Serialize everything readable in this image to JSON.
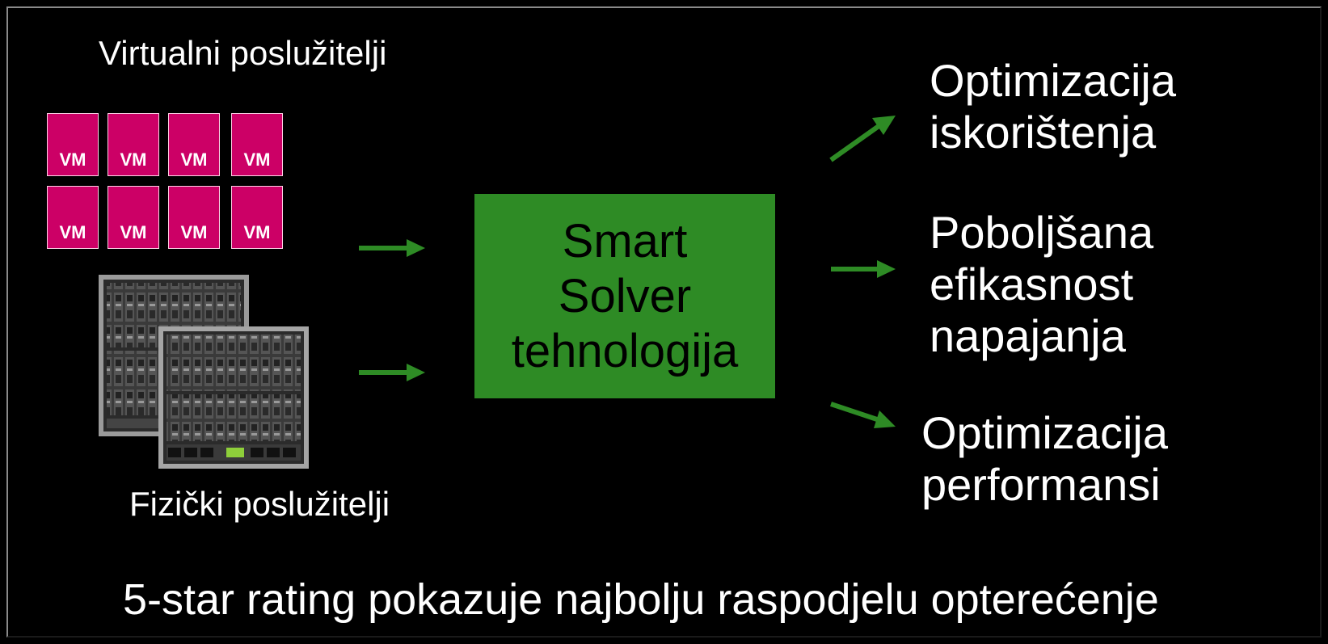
{
  "diagram": {
    "virtual_servers_label": "Virtualni poslužitelji",
    "physical_servers_label": "Fizički poslužitelji",
    "vm_label": "VM",
    "vm_count": 8,
    "solver_lines": [
      "Smart",
      "Solver",
      "tehnologija"
    ],
    "outputs": [
      {
        "line1": "Optimizacija",
        "line2": "iskorištenja"
      },
      {
        "line1": "Poboljšana",
        "line2": "efikasnost",
        "line3": "napajanja"
      },
      {
        "line1": "Optimizacija",
        "line2": "performansi"
      }
    ],
    "bottom_caption": "5-star rating pokazuje najbolju raspodjelu opterećenje",
    "colors": {
      "background": "#000000",
      "vm_box": "#cc0066",
      "solver_box": "#2e8b25",
      "arrow": "#2e8b25",
      "text": "#ffffff"
    }
  }
}
